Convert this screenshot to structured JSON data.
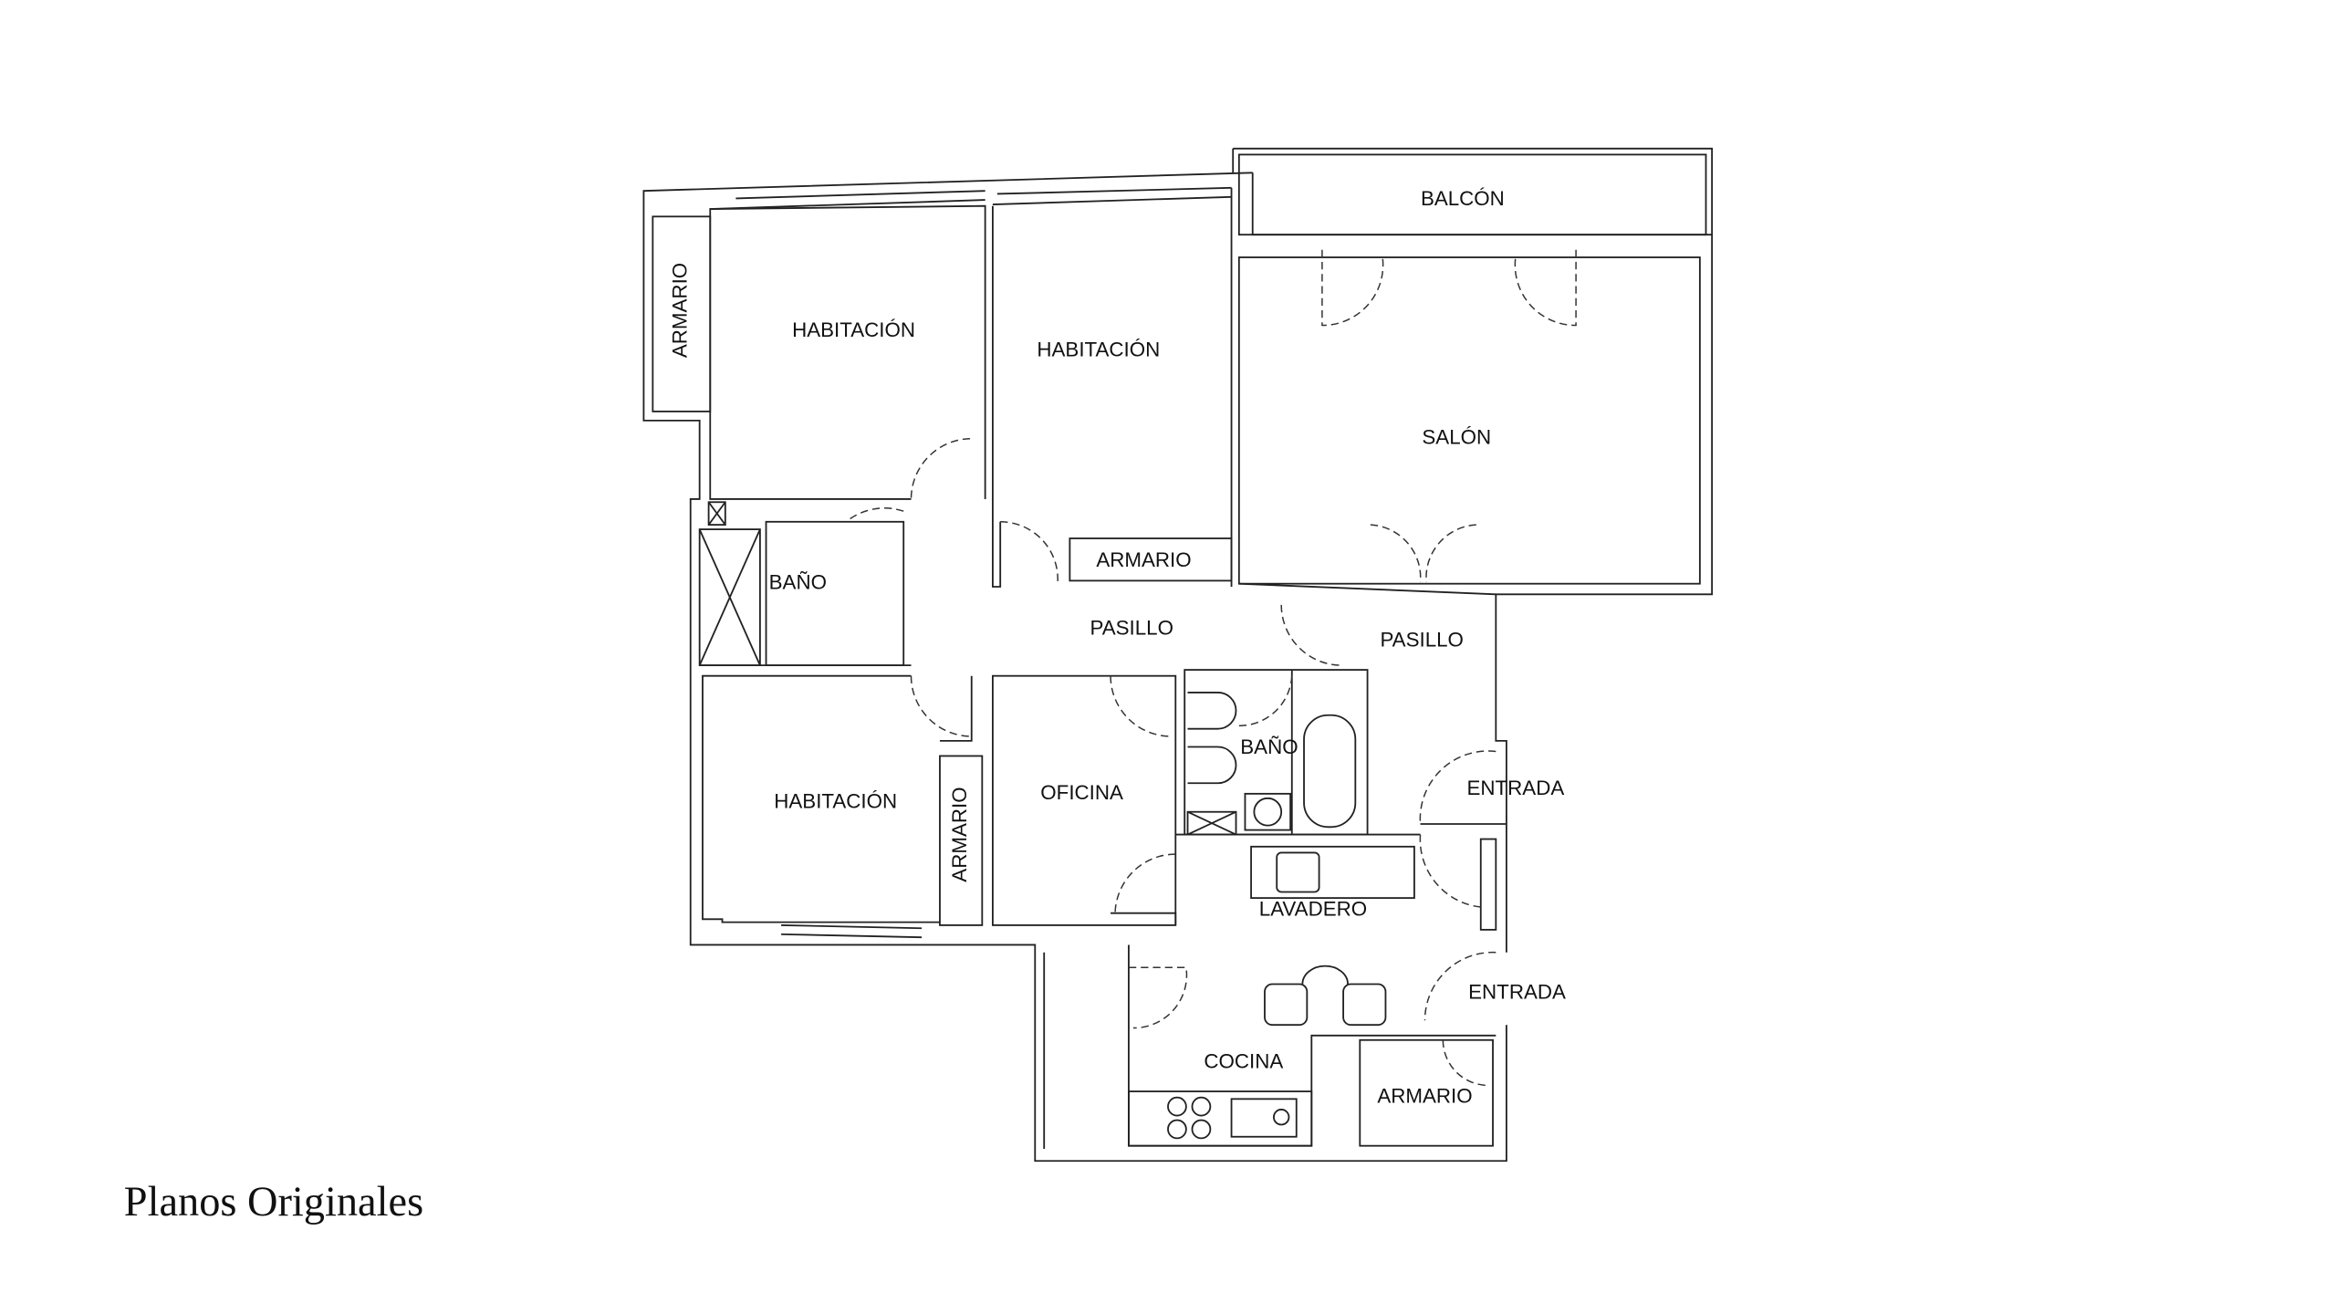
{
  "title": "Planos Originales",
  "rooms": {
    "balcon": "BALCÓN",
    "habitacion_1": "HABITACIÓN",
    "habitacion_2": "HABITACIÓN",
    "habitacion_3": "HABITACIÓN",
    "armario_1": "ARMARIO",
    "armario_2": "ARMARIO",
    "armario_3": "ARMARIO",
    "armario_4": "ARMARIO",
    "salon": "SALÓN",
    "bano_1": "BAÑO",
    "bano_2": "BAÑO",
    "pasillo_1": "PASILLO",
    "pasillo_2": "PASILLO",
    "oficina": "OFICINA",
    "lavadero": "LAVADERO",
    "entrada_1": "ENTRADA",
    "entrada_2": "ENTRADA",
    "cocina": "COCINA"
  }
}
